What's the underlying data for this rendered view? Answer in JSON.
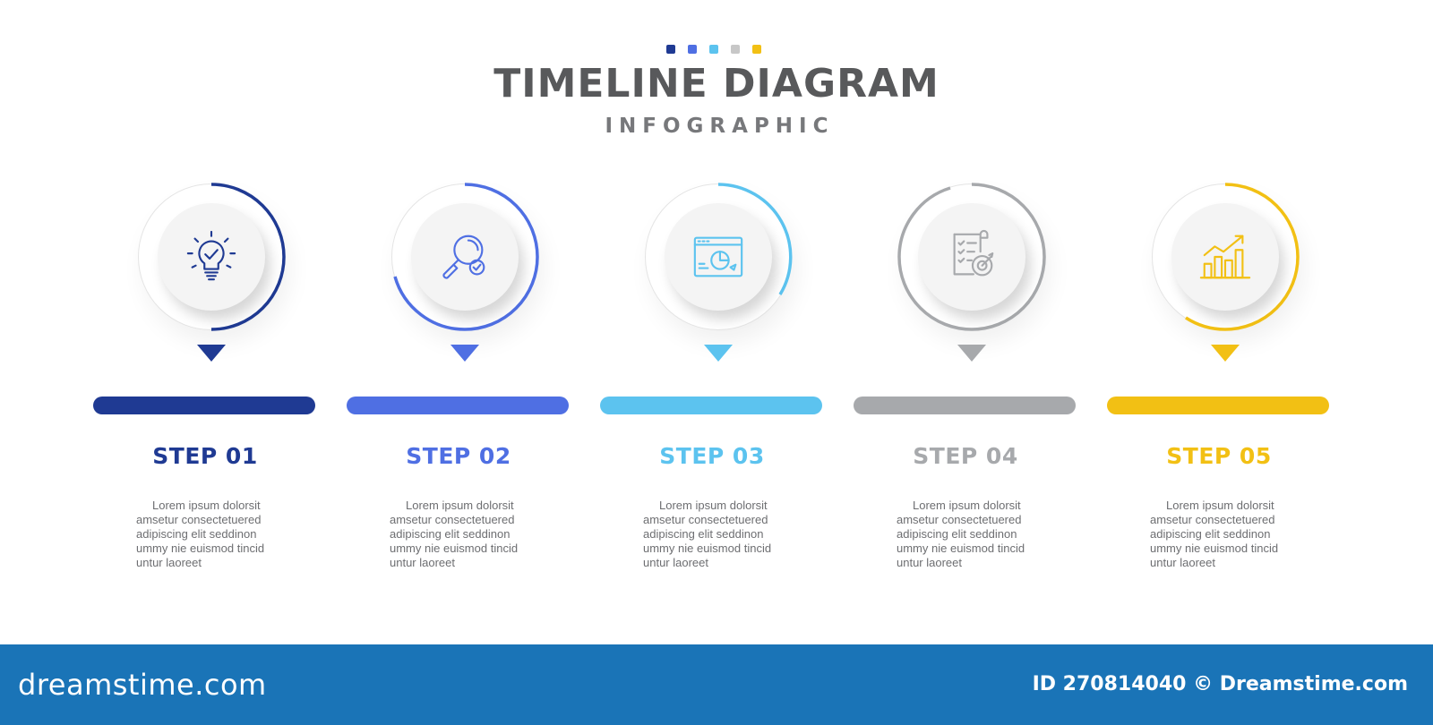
{
  "header": {
    "title": "TIMELINE DIAGRAM",
    "subtitle": "INFOGRAPHIC",
    "dot_colors": [
      "#1f3a93",
      "#4f6fe3",
      "#5cc3ef",
      "#c7c7c7",
      "#f2c014"
    ]
  },
  "steps": [
    {
      "label": "STEP 01",
      "color": "#1f3a93",
      "icon": "lightbulb-check-icon",
      "description": [
        "Lorem ipsum dolorsit",
        "amsetur consectetuered",
        "adipiscing elit seddinon",
        "ummy nie euismod tincid",
        "untur laoreet"
      ]
    },
    {
      "label": "STEP 02",
      "color": "#4f6fe3",
      "icon": "magnifier-check-icon",
      "description": [
        "Lorem ipsum dolorsit",
        "amsetur consectetuered",
        "adipiscing elit seddinon",
        "ummy nie euismod tincid",
        "untur laoreet"
      ]
    },
    {
      "label": "STEP 03",
      "color": "#5cc3ef",
      "icon": "browser-pie-chart-icon",
      "description": [
        "Lorem ipsum dolorsit",
        "amsetur consectetuered",
        "adipiscing elit seddinon",
        "ummy nie euismod tincid",
        "untur laoreet"
      ]
    },
    {
      "label": "STEP 04",
      "color": "#a7a9ac",
      "icon": "checklist-target-icon",
      "description": [
        "Lorem ipsum dolorsit",
        "amsetur consectetuered",
        "adipiscing elit seddinon",
        "ummy nie euismod tincid",
        "untur laoreet"
      ]
    },
    {
      "label": "STEP 05",
      "color": "#f2c014",
      "icon": "growth-chart-icon",
      "description": [
        "Lorem ipsum dolorsit",
        "amsetur consectetuered",
        "adipiscing elit seddinon",
        "ummy nie euismod tincid",
        "untur laoreet"
      ]
    }
  ],
  "footer": {
    "logo": "dreamstime.com",
    "image_id": "ID 270814040 © Dreamstime.com"
  }
}
